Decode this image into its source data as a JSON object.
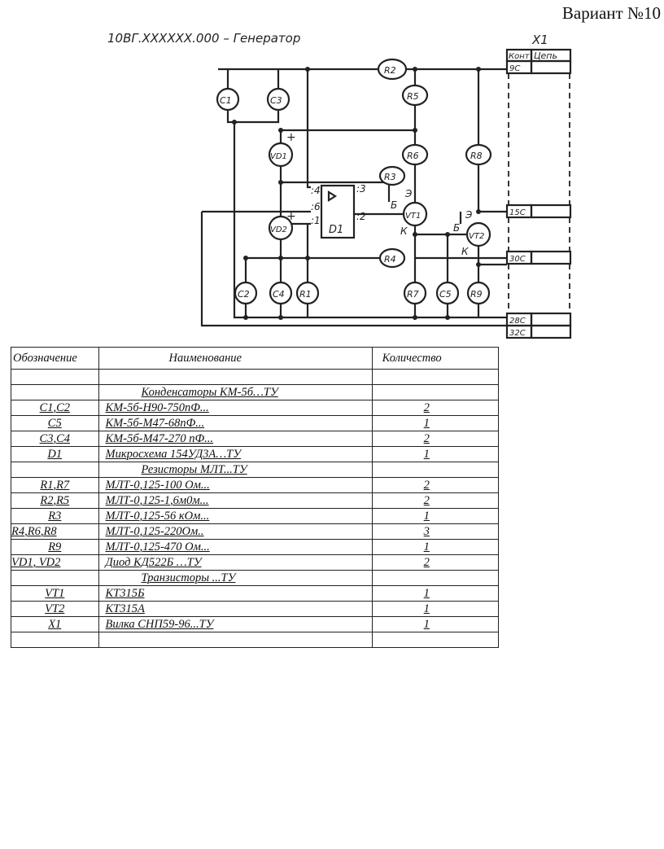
{
  "header": {
    "variant": "Вариант №10"
  },
  "schematic": {
    "title": "10ВГ.XXXXXX.000 – Генератор",
    "connector": {
      "name": "X1",
      "col_contact": "Конт",
      "col_circuit": "Цепь",
      "pins": [
        "9С",
        "15С",
        "30С",
        "28С",
        "32С"
      ]
    },
    "components": [
      "C1",
      "C3",
      "R2",
      "R5",
      "VD1",
      "R6",
      "R8",
      "R3",
      "VT1",
      "D1",
      "VD2",
      "VT2",
      "R4",
      "C2",
      "C4",
      "R1",
      "R7",
      "C5",
      "R9"
    ],
    "pin_labels": [
      ":4",
      ":6",
      ":1",
      ":3",
      ":2",
      "Э",
      "Б",
      "К",
      "Э",
      "Б",
      "К",
      "+",
      "+"
    ]
  },
  "spec_table": {
    "headers": [
      "Обозначение",
      "Наименование",
      "Количество"
    ],
    "rows": [
      {
        "designation": "",
        "name": "",
        "qty": "",
        "group": false
      },
      {
        "designation": "",
        "name": "Конденсаторы КМ-5б…ТУ",
        "qty": "",
        "group": true
      },
      {
        "designation": "C1,C2",
        "name": "КМ-5б-Н90-750пФ...",
        "qty": "2",
        "group": false
      },
      {
        "designation": "C5",
        "name": "КМ-5б-М47-68пФ...",
        "qty": "1",
        "group": false
      },
      {
        "designation": "C3,C4",
        "name": "КМ-5б-М47-270 пФ...",
        "qty": "2",
        "group": false
      },
      {
        "designation": "D1",
        "name": "Микросхема 154УД3А…ТУ",
        "qty": "1",
        "group": false
      },
      {
        "designation": "",
        "name": "Резисторы МЛТ...ТУ",
        "qty": "",
        "group": true
      },
      {
        "designation": "R1,R7",
        "name": "МЛТ-0,125-100 Ом...",
        "qty": "2",
        "group": false
      },
      {
        "designation": "R2,R5",
        "name": "МЛТ-0,125-1,6м0м...",
        "qty": "2",
        "group": false
      },
      {
        "designation": "R3",
        "name": "МЛТ-0,125-56 кОм...",
        "qty": "1",
        "group": false
      },
      {
        "designation": "R4,R6,R8",
        "name": "МЛТ-0,125-220Ом..",
        "qty": "3",
        "group": false
      },
      {
        "designation": "R9",
        "name": "МЛТ-0,125-470 Ом...",
        "qty": "1",
        "group": false
      },
      {
        "designation": "VD1, VD2",
        "name": "Диод КД522Б …ТУ",
        "qty": "2",
        "group": false
      },
      {
        "designation": "",
        "name": "Транзисторы ...ТУ",
        "qty": "",
        "group": true
      },
      {
        "designation": "VT1",
        "name": "КТ315Б",
        "qty": "1",
        "group": false
      },
      {
        "designation": "VT2",
        "name": "КТ315А",
        "qty": "1",
        "group": false
      },
      {
        "designation": "X1",
        "name": "Вилка СНП59-96...ТУ",
        "qty": "1",
        "group": false
      },
      {
        "designation": "",
        "name": "",
        "qty": "",
        "group": false
      }
    ]
  }
}
